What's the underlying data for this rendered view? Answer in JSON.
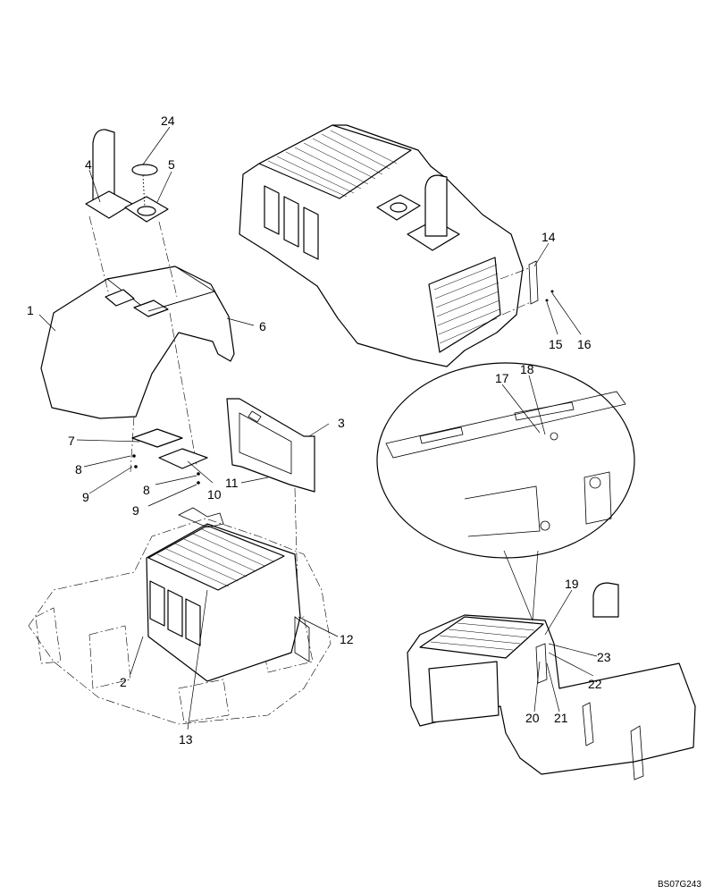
{
  "figure_ref": "BS07G243",
  "callouts": [
    {
      "id": "c1",
      "label": "1"
    },
    {
      "id": "c2",
      "label": "2"
    },
    {
      "id": "c3",
      "label": "3"
    },
    {
      "id": "c4",
      "label": "4"
    },
    {
      "id": "c5",
      "label": "5"
    },
    {
      "id": "c6",
      "label": "6"
    },
    {
      "id": "c7",
      "label": "7"
    },
    {
      "id": "c8a",
      "label": "8"
    },
    {
      "id": "c8b",
      "label": "8"
    },
    {
      "id": "c9a",
      "label": "9"
    },
    {
      "id": "c9b",
      "label": "9"
    },
    {
      "id": "c10",
      "label": "10"
    },
    {
      "id": "c11",
      "label": "11"
    },
    {
      "id": "c12",
      "label": "12"
    },
    {
      "id": "c13",
      "label": "13"
    },
    {
      "id": "c14",
      "label": "14"
    },
    {
      "id": "c15",
      "label": "15"
    },
    {
      "id": "c16",
      "label": "16"
    },
    {
      "id": "c17",
      "label": "17"
    },
    {
      "id": "c18",
      "label": "18"
    },
    {
      "id": "c19",
      "label": "19"
    },
    {
      "id": "c20",
      "label": "20"
    },
    {
      "id": "c21",
      "label": "21"
    },
    {
      "id": "c22",
      "label": "22"
    },
    {
      "id": "c23",
      "label": "23"
    },
    {
      "id": "c24",
      "label": "24"
    }
  ]
}
